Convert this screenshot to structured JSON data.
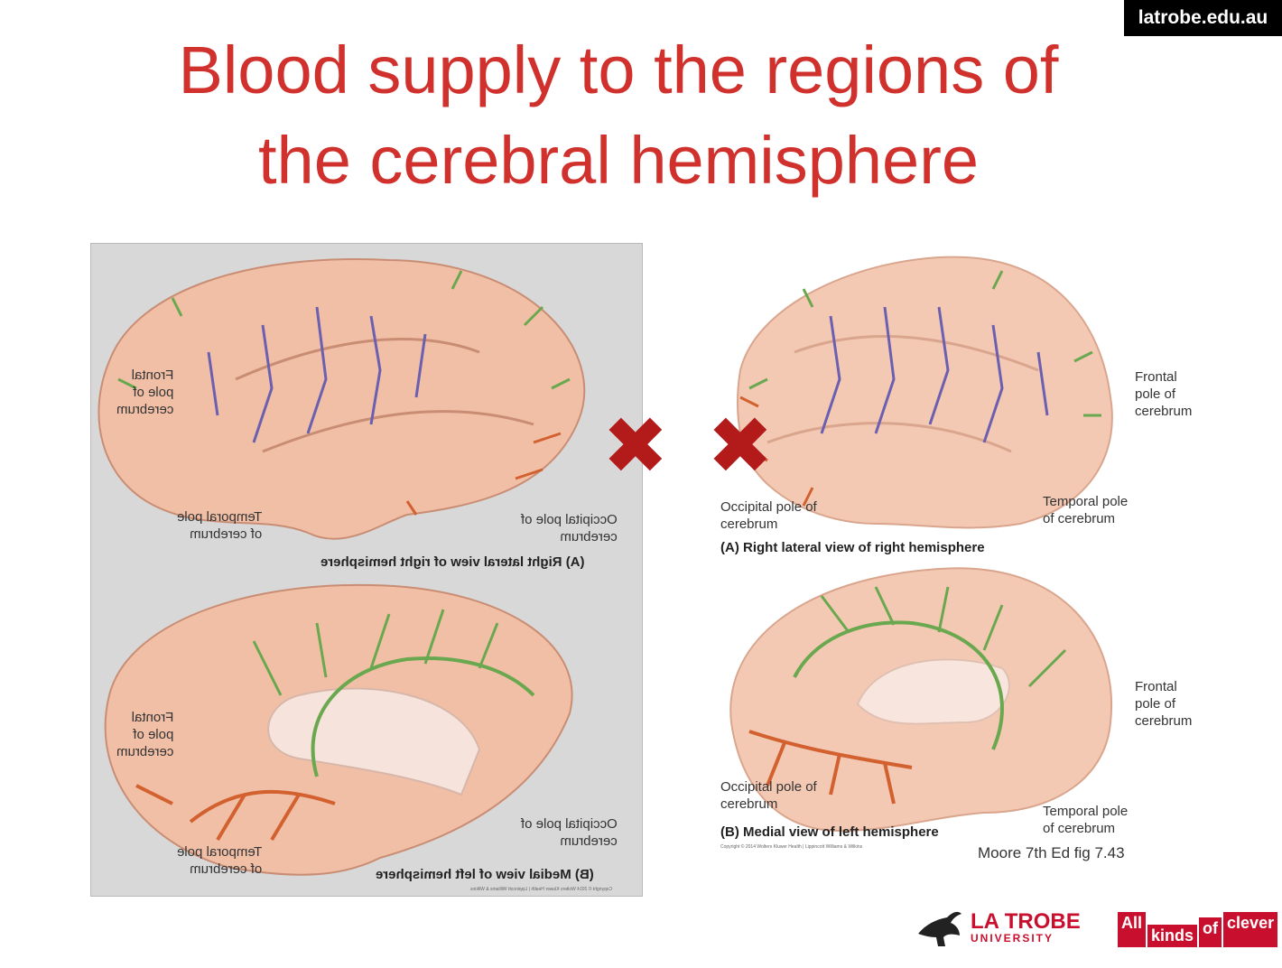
{
  "badge": "latrobe.edu.au",
  "title": {
    "line1": "Blood supply to the regions of",
    "line2": "the cerebral hemisphere"
  },
  "left_figure": {
    "lateral": {
      "frontal": "Frontal\npole of\ncerebrum",
      "temporal": "Temporal pole\nof cerebrum",
      "occipital": "Occipital pole of\ncerebrum",
      "caption": "(A) Right lateral view of right hemisphere"
    },
    "medial": {
      "frontal": "Frontal\npole of\ncerebrum",
      "temporal": "Temporal pole\nof cerebrum",
      "occipital": "Occipital pole of\ncerebrum",
      "caption": "(B) Medial view of left hemisphere"
    },
    "copyright": "Copyright © 2014 Wolters Kluwer Health | Lippincott Williams & Wilkins"
  },
  "right_figure": {
    "lateral": {
      "frontal": "Frontal\npole of\ncerebrum",
      "temporal": "Temporal pole\nof cerebrum",
      "occipital": "Occipital pole of\ncerebrum",
      "caption": "(A) Right lateral view of right hemisphere"
    },
    "medial": {
      "frontal": "Frontal\npole of\ncerebrum",
      "temporal": "Temporal pole\nof cerebrum",
      "occipital": "Occipital pole of\ncerebrum",
      "caption": "(B) Medial view of left hemisphere"
    },
    "copyright": "Copyright © 2014 Wolters Kluwer Health | Lippincott Williams & Wilkins"
  },
  "reference": "Moore 7th Ed fig 7.43",
  "logo": {
    "name": "LA TROBE",
    "sub": "UNIVERSITY"
  },
  "tagline": {
    "w1": "All",
    "w2": "kinds",
    "w3": "of",
    "w4": "clever"
  },
  "colors": {
    "title": "#d0312d",
    "brain": "#f1bfa6",
    "vein_blue": "#6b5fb0",
    "vein_green": "#6aa84f",
    "vein_orange": "#d2612f",
    "xmark": "#b31b1b"
  }
}
